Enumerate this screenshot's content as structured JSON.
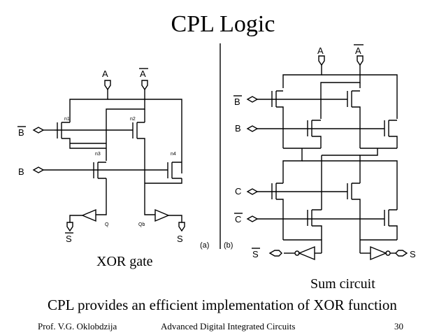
{
  "slide": {
    "title": "CPL Logic",
    "caption_xor": "XOR gate",
    "caption_sum": "Sum circuit",
    "description": "CPL provides an efficient implementation of XOR function"
  },
  "xor_gate": {
    "input_a": "A",
    "input_a_bar": "A",
    "input_b_bar": "B",
    "input_b": "B",
    "transistors": [
      "n1",
      "n2",
      "n3",
      "n4"
    ],
    "node_q": "Q",
    "node_qb": "Qb",
    "output_s_bar": "S",
    "output_s": "S",
    "panel_tag": "(a)"
  },
  "sum_circuit": {
    "input_a": "A",
    "input_a_bar": "A",
    "input_b_bar": "B",
    "input_b": "B",
    "input_c": "C",
    "input_c_bar": "C",
    "output_s_bar": "S",
    "output_s": "S",
    "panel_tag": "(b)"
  },
  "footer": {
    "author": "Prof. V.G. Oklobdzija",
    "course": "Advanced Digital Integrated Circuits",
    "page": "30"
  }
}
